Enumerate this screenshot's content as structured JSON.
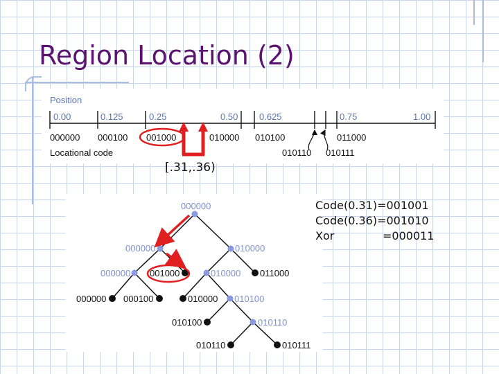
{
  "slide": {
    "title": "Region Location (2)"
  },
  "axis": {
    "label": "Position",
    "ticks": [
      "0.00",
      "0.125",
      "0.25",
      "0.50",
      "0.625",
      "0.75",
      "1.00"
    ],
    "codes_label": "Locational code",
    "codes": [
      "000000",
      "000100",
      "001000",
      "010000",
      "010100",
      "011000",
      "010110",
      "010111"
    ]
  },
  "query": {
    "range": "[.31,.36)"
  },
  "tree": {
    "nodes": [
      "000000",
      "000000",
      "010000",
      "000000",
      "001000",
      "010000",
      "011000",
      "000000",
      "000100",
      "010000",
      "010100",
      "010100",
      "010110",
      "010110",
      "010111"
    ]
  },
  "codes": {
    "rows": [
      {
        "label": "Code(0.31)",
        "value": "=001001"
      },
      {
        "label": "Code(0.36)",
        "value": "=001010"
      },
      {
        "label": "Xor",
        "value": "=000011"
      }
    ]
  },
  "colors": {
    "title": "#5a1470",
    "highlight": "#e02020",
    "internal_node": "#8a9ae0"
  }
}
